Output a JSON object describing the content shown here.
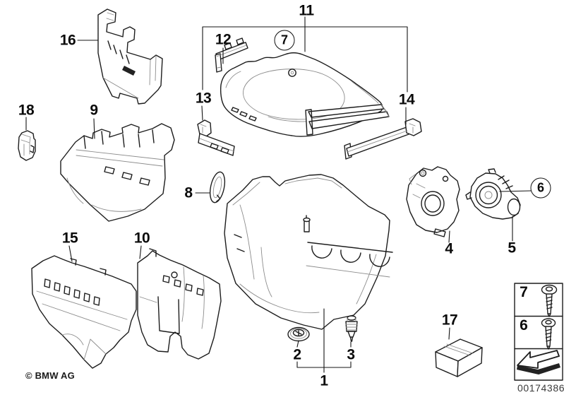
{
  "diagram": {
    "copyright": "© BMW AG",
    "image_number": "00174386",
    "background": "#ffffff",
    "line_color": "#1d1d1d"
  },
  "callouts": {
    "c1": {
      "text": "1"
    },
    "c2": {
      "text": "2"
    },
    "c3": {
      "text": "3"
    },
    "c4": {
      "text": "4"
    },
    "c5": {
      "text": "5"
    },
    "c8": {
      "text": "8"
    },
    "c9": {
      "text": "9"
    },
    "c10": {
      "text": "10"
    },
    "c11": {
      "text": "11"
    },
    "c12": {
      "text": "12"
    },
    "c13": {
      "text": "13"
    },
    "c14": {
      "text": "14"
    },
    "c15": {
      "text": "15"
    },
    "c16": {
      "text": "16"
    },
    "c17": {
      "text": "17"
    },
    "c18": {
      "text": "18"
    }
  },
  "circled_callouts": {
    "c7": {
      "text": "7"
    },
    "c6": {
      "text": "6"
    }
  },
  "legend": {
    "rows": [
      {
        "label": "7",
        "icon": "pan-head-screw-icon"
      },
      {
        "label": "6",
        "icon": "oval-head-screw-icon"
      },
      {
        "label": "",
        "icon": "installation-direction-arrow-icon"
      }
    ]
  }
}
